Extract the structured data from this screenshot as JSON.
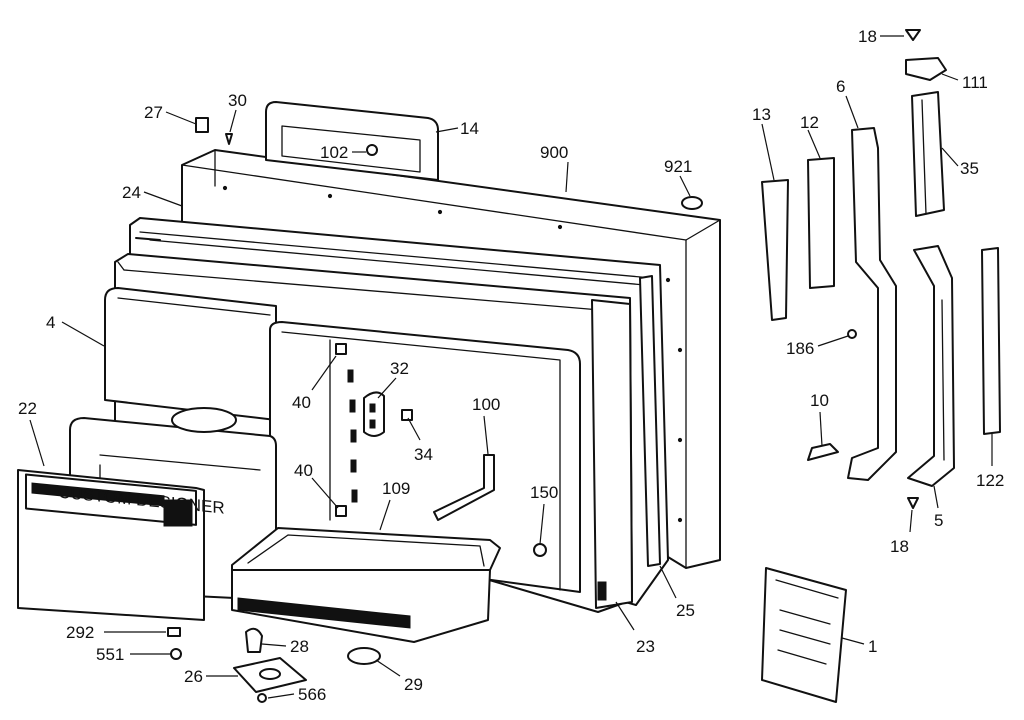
{
  "parts": [
    {
      "id": "p18a",
      "label": "18"
    },
    {
      "id": "p111",
      "label": "111"
    },
    {
      "id": "p6",
      "label": "6"
    },
    {
      "id": "p35",
      "label": "35"
    },
    {
      "id": "p13",
      "label": "13"
    },
    {
      "id": "p12",
      "label": "12"
    },
    {
      "id": "p30",
      "label": "30"
    },
    {
      "id": "p27",
      "label": "27"
    },
    {
      "id": "p14",
      "label": "14"
    },
    {
      "id": "p102",
      "label": "102"
    },
    {
      "id": "p900",
      "label": "900"
    },
    {
      "id": "p921",
      "label": "921"
    },
    {
      "id": "p24",
      "label": "24"
    },
    {
      "id": "p4",
      "label": "4"
    },
    {
      "id": "p32",
      "label": "32"
    },
    {
      "id": "p40a",
      "label": "40"
    },
    {
      "id": "p40b",
      "label": "40"
    },
    {
      "id": "p22",
      "label": "22"
    },
    {
      "id": "p34",
      "label": "34"
    },
    {
      "id": "p100",
      "label": "100"
    },
    {
      "id": "p186",
      "label": "186"
    },
    {
      "id": "p10",
      "label": "10"
    },
    {
      "id": "p109",
      "label": "109"
    },
    {
      "id": "p150",
      "label": "150"
    },
    {
      "id": "p122",
      "label": "122"
    },
    {
      "id": "p5",
      "label": "5"
    },
    {
      "id": "p18b",
      "label": "18"
    },
    {
      "id": "p292",
      "label": "292"
    },
    {
      "id": "p551",
      "label": "551"
    },
    {
      "id": "p28",
      "label": "28"
    },
    {
      "id": "p26",
      "label": "26"
    },
    {
      "id": "p566",
      "label": "566"
    },
    {
      "id": "p29",
      "label": "29"
    },
    {
      "id": "p23",
      "label": "23"
    },
    {
      "id": "p25",
      "label": "25"
    },
    {
      "id": "p1",
      "label": "1"
    }
  ],
  "crisper_label": "CUSTOM DESIGNER"
}
